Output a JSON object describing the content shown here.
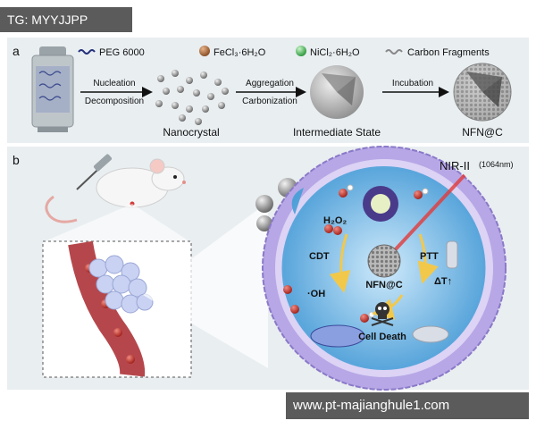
{
  "watermark_top": "TG: MYYJJPP",
  "watermark_bottom": "www.pt-majianghule1.com",
  "panel_a": {
    "letter": "a",
    "legend": {
      "peg": "PEG 6000",
      "fecl": "FeCl₃·6H₂O",
      "nicl": "NiCl₂·6H₂O",
      "carbon": "Carbon Fragments"
    },
    "arrow1_top": "Nucleation",
    "arrow1_bottom": "Decomposition",
    "stage1": "Nanocrystal",
    "arrow2_top": "Aggregation",
    "arrow2_bottom": "Carbonization",
    "stage2": "Intermediate State",
    "arrow3_top": "Incubation",
    "stage3": "NFN@C"
  },
  "panel_b": {
    "letter": "b",
    "nir": "NIR-II",
    "nir_wavelength": "(1064nm)",
    "h2o2": "H₂O₂",
    "cdt": "CDT",
    "ptt": "PTT",
    "oh": "·OH",
    "center": "NFN@C",
    "delta_t": "ΔT↑",
    "death": "Cell Death"
  },
  "colors": {
    "cell_membrane": "#b7a7e6",
    "cell_inner": "#7fc2ec",
    "vessel": "#b5474c",
    "sphere_gray": "#8a8a8a",
    "fe_brown": "#b5774b",
    "ni_green": "#6bd07a",
    "laser": "#e23b3b"
  }
}
